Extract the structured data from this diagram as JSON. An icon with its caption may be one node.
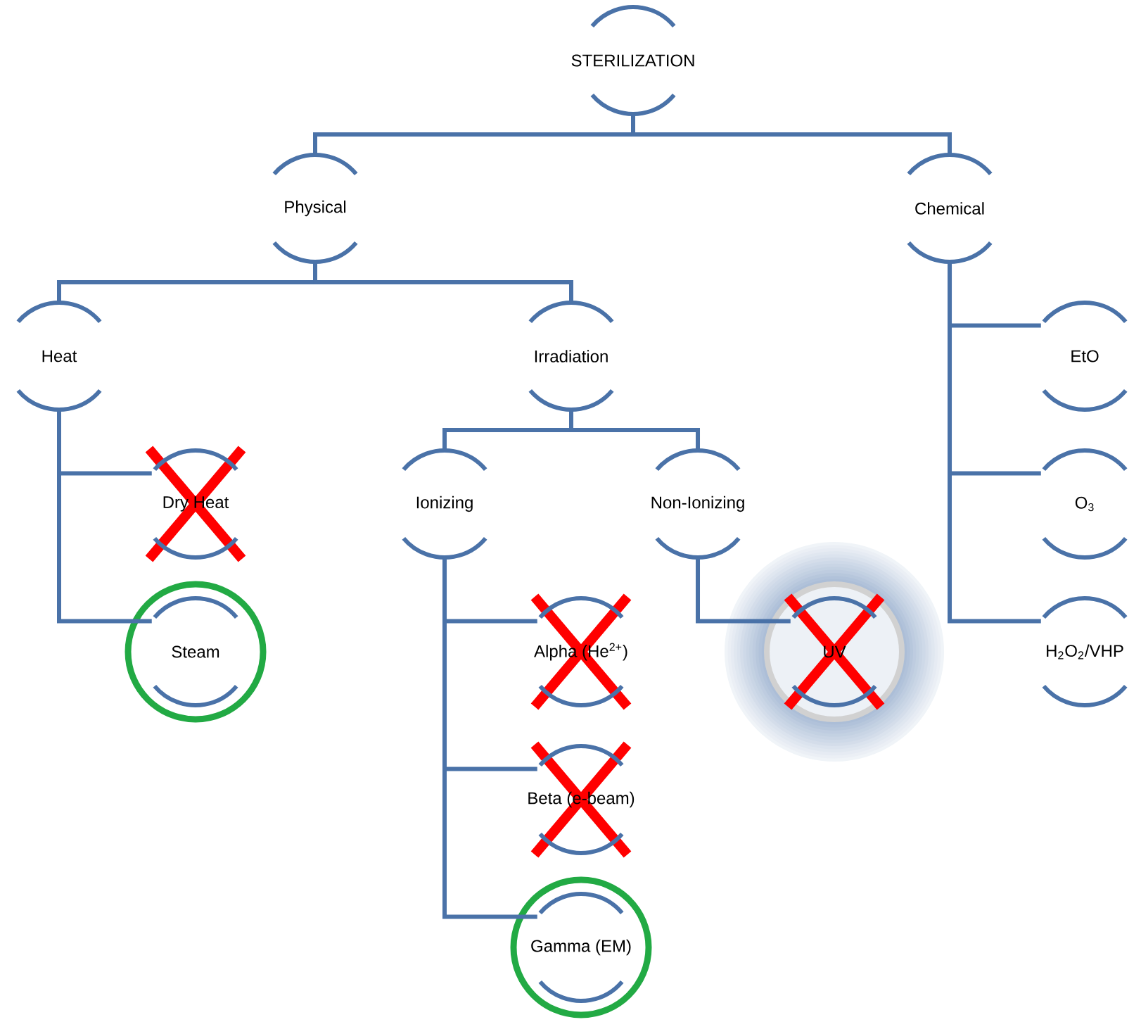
{
  "diagram": {
    "nodes": [
      {
        "text": [
          "STERILIZATION"
        ]
      },
      {
        "text": [
          "Physical"
        ]
      },
      {
        "text": [
          "Chemical"
        ]
      },
      {
        "text": [
          "Heat"
        ]
      },
      {
        "text": [
          "Irradiation"
        ]
      },
      {
        "text": [
          "EtO"
        ]
      },
      {
        "text": [
          "Dry Heat"
        ]
      },
      {
        "text": [
          "Ionizing"
        ]
      },
      {
        "text": [
          "Non-Ionizing"
        ]
      },
      {
        "text": [
          "O$_{3}$"
        ]
      },
      {
        "text": [
          "Steam"
        ]
      },
      {
        "text": [
          "Alpha (He$^{2+}$)"
        ]
      },
      {
        "text": [
          "UV"
        ]
      },
      {
        "text": [
          "H$_{2}$O$_{2}$/VHP"
        ]
      },
      {
        "text": [
          "Beta (e-beam)"
        ]
      },
      {
        "text": [
          "Gamma  (EM)"
        ]
      }
    ],
    "edges": [
      {
        "from": 0,
        "to": 1,
        "arrow": "none"
      },
      {
        "from": 0,
        "to": 2,
        "arrow": "none"
      },
      {
        "from": 1,
        "to": 3,
        "arrow": "none"
      },
      {
        "from": 1,
        "to": 4,
        "arrow": "none"
      },
      {
        "from": 2,
        "to": 5,
        "arrow": "none"
      },
      {
        "from": 2,
        "to": 9,
        "arrow": "none"
      },
      {
        "from": 2,
        "to": 13,
        "arrow": "none"
      },
      {
        "from": 3,
        "to": 6,
        "arrow": "none"
      },
      {
        "from": 3,
        "to": 10,
        "arrow": "none"
      },
      {
        "from": 4,
        "to": 7,
        "arrow": "none"
      },
      {
        "from": 4,
        "to": 8,
        "arrow": "none"
      },
      {
        "from": 7,
        "to": 11,
        "arrow": "none"
      },
      {
        "from": 7,
        "to": 14,
        "arrow": "none"
      },
      {
        "from": 7,
        "to": 15,
        "arrow": "none"
      },
      {
        "from": 8,
        "to": 12,
        "arrow": "none"
      }
    ]
  }
}
